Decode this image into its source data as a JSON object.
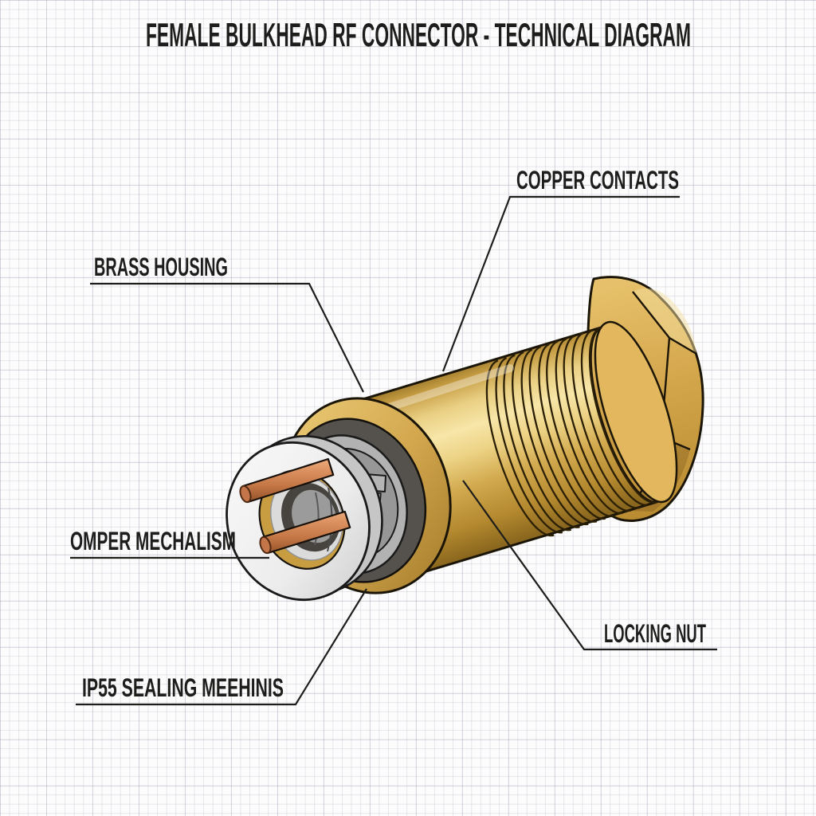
{
  "diagram": {
    "title": "FEMALE BULKHEAD RF CONNECTOR - TECHNICAL DIAGRAM",
    "labels": {
      "copper_contacts": "COPPER CONTACTS",
      "brass_housing": "BRASS HOUSING",
      "crimp_mechanism": "OMPER MECHALISM",
      "ip55_sealing": "IP55 SEALING MEEHINIS",
      "locking_nut": "LOCKING NUT"
    },
    "parts": [
      "copper_contacts",
      "brass_housing",
      "crimp_mechanism",
      "ip55_sealing",
      "locking_nut"
    ],
    "colors": {
      "brass": "#D4A94F",
      "brass_highlight": "#F7E6A8",
      "brass_shadow": "#8A671E",
      "copper": "#CE8758",
      "steel_ring": "#F0F0F0",
      "gasket": "#55514C",
      "mechanism_gray": "#A8A8A8",
      "outline": "#1b1508",
      "annotation_line": "#1d1d1b",
      "text": "#1d1d1b",
      "background": "#fcfcfd",
      "grid": "#e3e3ea"
    }
  }
}
